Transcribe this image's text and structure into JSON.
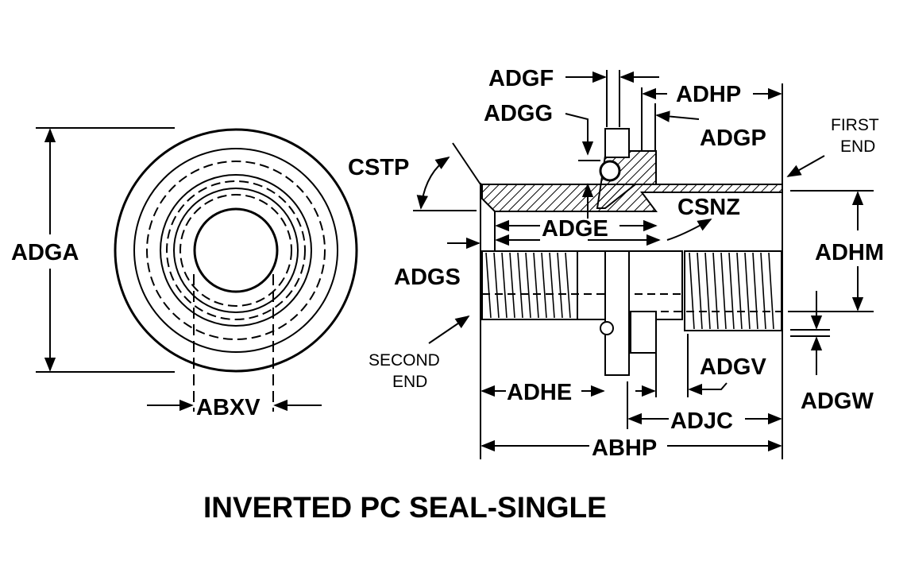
{
  "title": "INVERTED PC SEAL-SINGLE",
  "labels": {
    "adga": "ADGA",
    "abxv": "ABXV",
    "adgf": "ADGF",
    "adgg": "ADGG",
    "adhp": "ADHP",
    "adgp": "ADGP",
    "cstp": "CSTP",
    "adge": "ADGE",
    "csnz": "CSNZ",
    "adhm": "ADHM",
    "adgs": "ADGS",
    "adhe": "ADHE",
    "adgv": "ADGV",
    "adgw": "ADGW",
    "adjc": "ADJC",
    "abhp": "ABHP",
    "first_end_line1": "FIRST",
    "first_end_line2": "END",
    "second_end_line1": "SECOND",
    "second_end_line2": "END"
  }
}
